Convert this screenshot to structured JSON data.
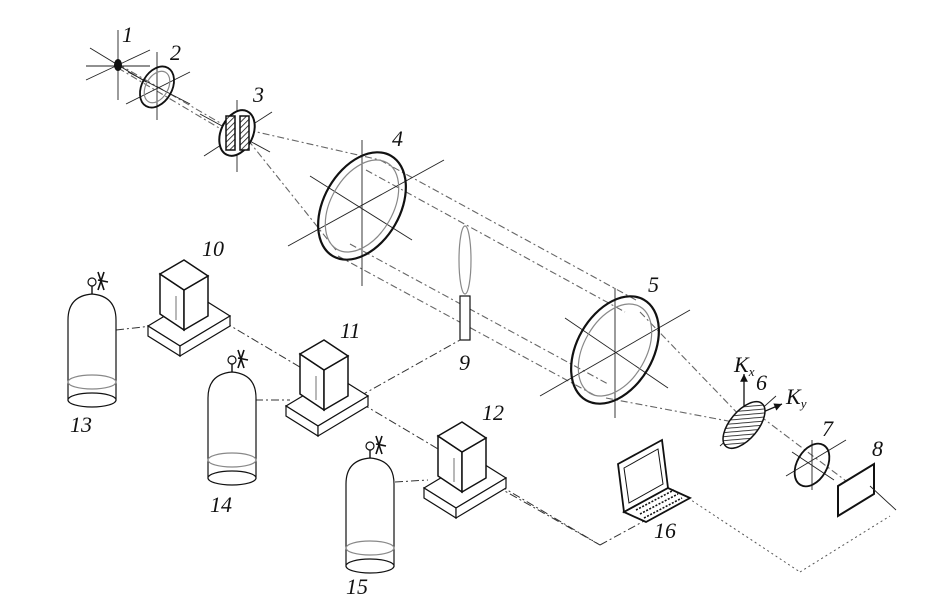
{
  "labels": {
    "l1": "1",
    "l2": "2",
    "l3": "3",
    "l4": "4",
    "l5": "5",
    "l6": "6",
    "l7": "7",
    "l8": "8",
    "l9": "9",
    "l10": "10",
    "l11": "11",
    "l12": "12",
    "l13": "13",
    "l14": "14",
    "l15": "15",
    "l16": "16",
    "kx_main": "K",
    "kx_sub": "x",
    "ky_main": "K",
    "ky_sub": "y"
  }
}
